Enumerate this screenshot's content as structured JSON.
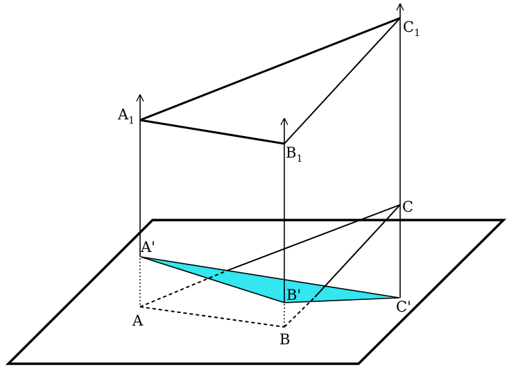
{
  "colors": {
    "background": "#ffffff",
    "stroke": "#000000",
    "projection_fill": "#33e6f0"
  },
  "labels": {
    "a1": {
      "base": "A",
      "sub": "1"
    },
    "b1": {
      "base": "B",
      "sub": "1"
    },
    "c1": {
      "base": "C",
      "sub": "1"
    },
    "a_prime": "A'",
    "b_prime": "B'",
    "c_prime": "C'",
    "a": "A",
    "b": "B",
    "c": "C"
  }
}
